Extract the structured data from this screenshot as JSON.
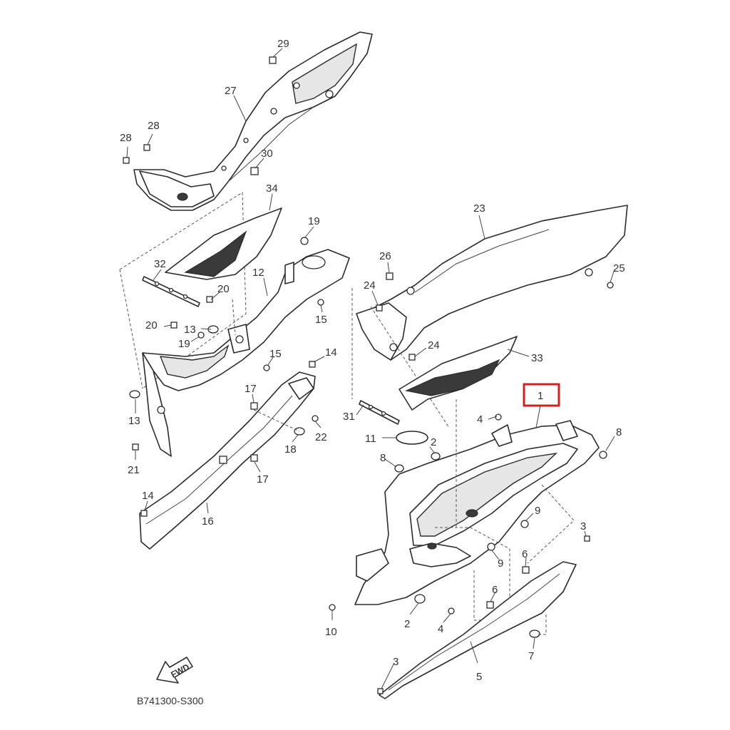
{
  "diagram": {
    "code": "B741300-S300",
    "fwd_label": "FWD",
    "highlighted_part": "1",
    "labels": {
      "p29": "29",
      "p27": "27",
      "p28a": "28",
      "p28b": "28",
      "p30": "30",
      "p34": "34",
      "p32": "32",
      "p19a": "19",
      "p12": "12",
      "p20a": "20",
      "p20b": "20",
      "p13a": "13",
      "p19b": "19",
      "p15a": "15",
      "p15b": "15",
      "p14a": "14",
      "p13b": "13",
      "p17a": "17",
      "p22": "22",
      "p18": "18",
      "p17b": "17",
      "p21": "21",
      "p14b": "14",
      "p16": "16",
      "p23": "23",
      "p26": "26",
      "p24a": "24",
      "p25": "25",
      "p24b": "24",
      "p33": "33",
      "p1": "1",
      "p4a": "4",
      "p8a": "8",
      "p31": "31",
      "p11": "11",
      "p2a": "2",
      "p8b": "8",
      "p9a": "9",
      "p3a": "3",
      "p6a": "6",
      "p9b": "9",
      "p6b": "6",
      "p10": "10",
      "p2b": "2",
      "p4b": "4",
      "p7": "7",
      "p3b": "3",
      "p5": "5"
    }
  }
}
